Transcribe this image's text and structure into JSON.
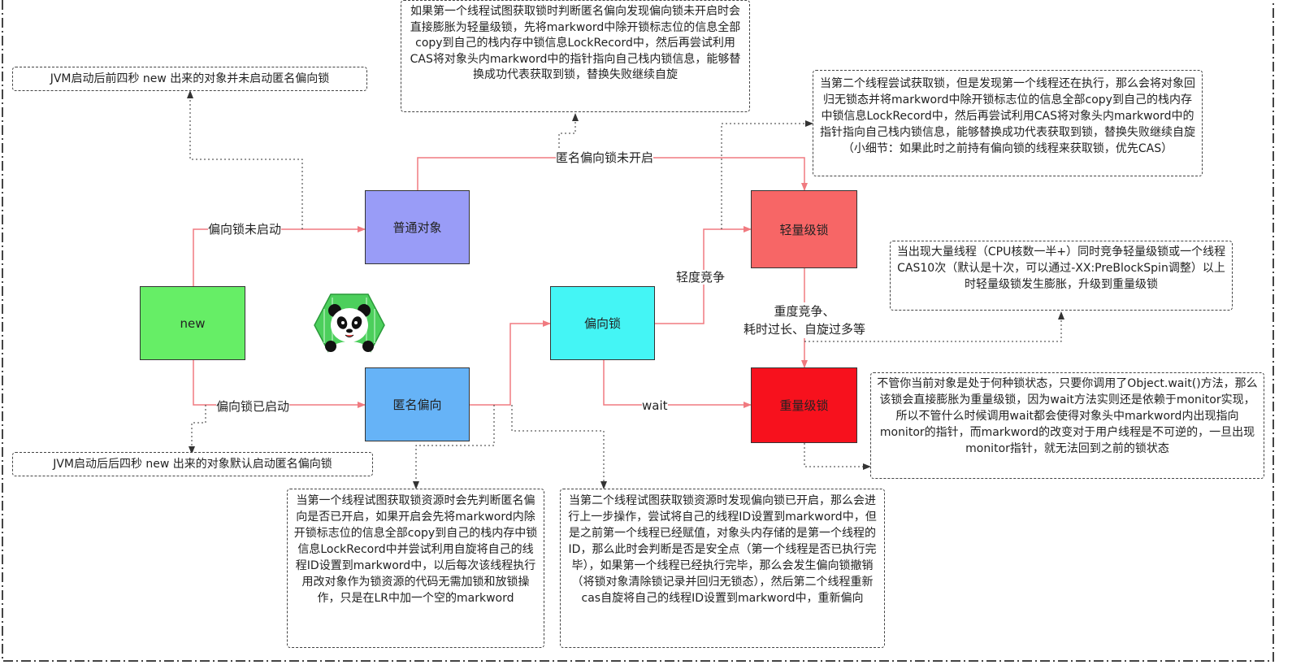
{
  "nodes": {
    "new": "new",
    "plain": "普通对象",
    "anon": "匿名偏向",
    "biased": "偏向锁",
    "light": "轻量级锁",
    "heavy": "重量级锁"
  },
  "edges": {
    "bias_not_started": "偏向锁未启动",
    "bias_started": "偏向锁已启动",
    "anon_bias_off": "匿名偏向锁未开启",
    "light_contention": "轻度竞争",
    "heavy_contention_1": "重度竞争、",
    "heavy_contention_2": "耗时过长、自旋过多等",
    "wait": "wait"
  },
  "notes": {
    "jvm_before": "JVM启动后前四秒 new 出来的对象并未启动匿名偏向锁",
    "jvm_after": "JVM启动后后四秒 new 出来的对象默认启动匿名偏向锁",
    "anon_off": "如果第一个线程试图获取锁时判断匿名偏向发现偏向锁未开启时会直接膨胀为轻量级锁，先将markword中除开锁标志位的信息全部copy到自己的栈内存中锁信息LockRecord中，然后再尝试利用CAS将对象头内markword中的指针指向自己栈内锁信息，能够替换成功代表获取到锁，替换失败继续自旋",
    "second_thread_light": "当第二个线程尝试获取锁，但是发现第一个线程还在执行，那么会将对象回归无锁态并将markword中除开锁标志位的信息全部copy到自己的栈内存中锁信息LockRecord中，然后再尝试利用CAS将对象头内markword中的指针指向自己栈内锁信息，能够替换成功代表获取到锁，替换失败继续自旋（小细节：如果此时之前持有偏向锁的线程来获取锁，优先CAS）",
    "inflate": "当出现大量线程（CPU核数一半+）同时竞争轻量级锁或一个线程CAS10次（默认是十次，可以通过-XX:PreBlockSpin调整）以上时轻量级锁发生膨胀，升级到重量级锁",
    "wait_note": "不管你当前对象是处于何种锁状态，只要你调用了Object.wait()方法，那么该锁会直接膨胀为重量级锁，因为wait方法实则还是依赖于monitor实现，所以不管什么时候调用wait都会使得对象头中markword内出现指向monitor的指针，而markword的改变对于用户线程是不可逆的，一旦出现monitor指针，就无法回到之前的锁状态",
    "first_thread": "当第一个线程试图获取锁资源时会先判断匿名偏向是否已开启，如果开启会先将markword内除开锁标志位的信息全部copy到自己的栈内存中锁信息LockRecord中并尝试利用自旋将自己的线程ID设置到markword中，以后每次该线程执行用改对象作为锁资源的代码无需加锁和放锁操作，只是在LR中加一个空的markword",
    "second_thread_biased": "当第二个线程试图获取锁资源时发现偏向锁已开启，那么会进行上一步操作，尝试将自己的线程ID设置到markword中，但是之前第一个线程已经赋值，对象头内存储的是第一个线程的ID，那么此时会判断是否是安全点（第一个线程是否已执行完毕），如果第一个线程已经执行完毕，那么会发生偏向锁撤销（将锁对象清除锁记录并回归无锁态），然后第二个线程重新cas自旋将自己的线程ID设置到markword中，重新偏向"
  },
  "colors": {
    "new": "#66ee66",
    "plain": "#999cf7",
    "anon": "#66b3f7",
    "biased": "#44f5f5",
    "light": "#f76666",
    "heavy": "#f7111d",
    "arrow": "#f07a80",
    "dotted": "#444444"
  },
  "icons": {
    "mascot": "panda-icon"
  }
}
